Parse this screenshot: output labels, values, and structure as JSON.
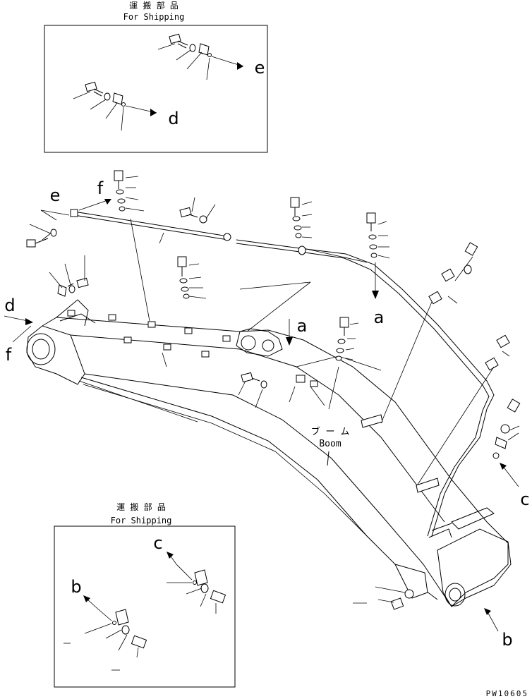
{
  "shipping_box_top": {
    "title_jp": "運 搬 部 品",
    "title_en": "For Shipping"
  },
  "shipping_box_bottom": {
    "title_jp": "運 搬 部 品",
    "title_en": "For Shipping"
  },
  "boom_label": {
    "jp": "ブ ー ム",
    "en": "Boom"
  },
  "letters": {
    "a": "a",
    "b": "b",
    "c": "c",
    "d": "d",
    "e": "e",
    "f": "f"
  },
  "drawing_code": "PW10605"
}
